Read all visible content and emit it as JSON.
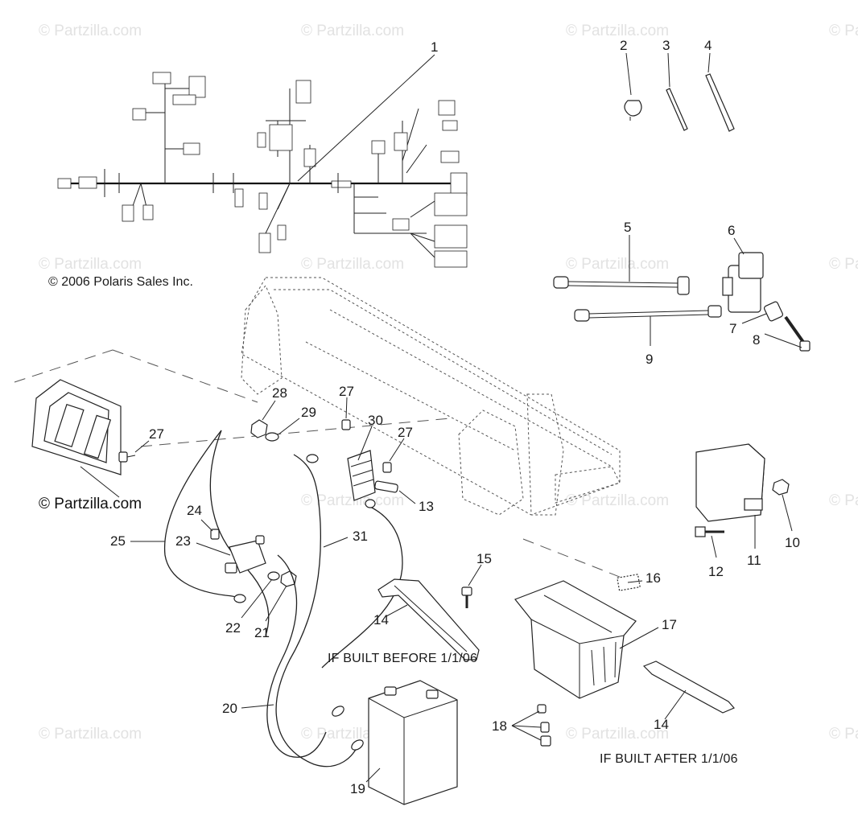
{
  "watermark": "© Partzilla.com",
  "copyright": "© 2006 Polaris Sales Inc.",
  "brand_label": "© Partzilla.com",
  "notes": {
    "before": "IF BUILT BEFORE 1/1/06",
    "after": "IF BUILT AFTER 1/1/06"
  },
  "callouts": {
    "c1": "1",
    "c2": "2",
    "c3": "3",
    "c4": "4",
    "c5": "5",
    "c6": "6",
    "c7": "7",
    "c8": "8",
    "c9": "9",
    "c10": "10",
    "c11": "11",
    "c12": "12",
    "c13": "13",
    "c14a": "14",
    "c14b": "14",
    "c15": "15",
    "c16": "16",
    "c17": "17",
    "c18": "18",
    "c19": "19",
    "c20": "20",
    "c21": "21",
    "c22": "22",
    "c23": "23",
    "c24": "24",
    "c25": "25",
    "c27a": "27",
    "c27b": "27",
    "c27c": "27",
    "c28": "28",
    "c29": "29",
    "c30": "30",
    "c31": "31"
  }
}
